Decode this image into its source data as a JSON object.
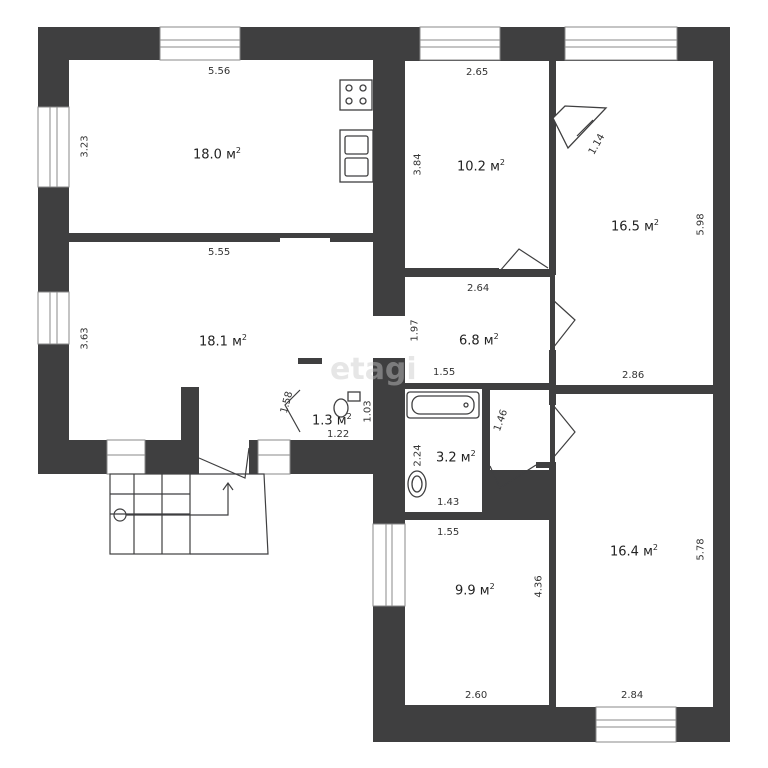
{
  "watermark": "etagi",
  "rooms": [
    {
      "area": "18.0 м",
      "exp": "2"
    },
    {
      "area": "10.2 м",
      "exp": "2"
    },
    {
      "area": "16.5 м",
      "exp": "2"
    },
    {
      "area": "18.1 м",
      "exp": "2"
    },
    {
      "area": "6.8 м",
      "exp": "2"
    },
    {
      "area": "1.3 м",
      "exp": "2"
    },
    {
      "area": "3.2 м",
      "exp": "2"
    },
    {
      "area": "9.9 м",
      "exp": "2"
    },
    {
      "area": "16.4 м",
      "exp": "2"
    }
  ],
  "dimensions": {
    "kitchen_w": "5.56",
    "kitchen_h": "3.23",
    "living_w": "5.55",
    "living_h": "3.63",
    "room10_w": "2.65",
    "room10_h": "3.84",
    "room165_h": "5.98",
    "room165_w": "2.86",
    "closet": "1.14",
    "hall_w": "2.64",
    "hall_h": "1.97",
    "bath_top": "1.55",
    "bath_h": "1.46",
    "bath_side": "2.24",
    "bath_bottom": "1.43",
    "wc_w": "1.22",
    "wc_h": "1.03",
    "wc_side": "1.58",
    "room99_top": "1.55",
    "room99_w": "2.60",
    "room99_h": "4.36",
    "room164_h": "5.78",
    "room164_w": "2.84"
  }
}
